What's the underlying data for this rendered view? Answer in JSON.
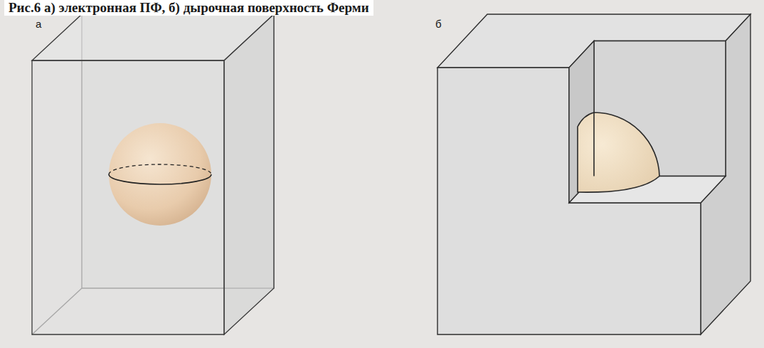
{
  "diagram": {
    "title": "Рис.6 а) электронная ПФ, б) дырочная поверхность Ферми",
    "labels": [
      "а",
      "б"
    ]
  }
}
